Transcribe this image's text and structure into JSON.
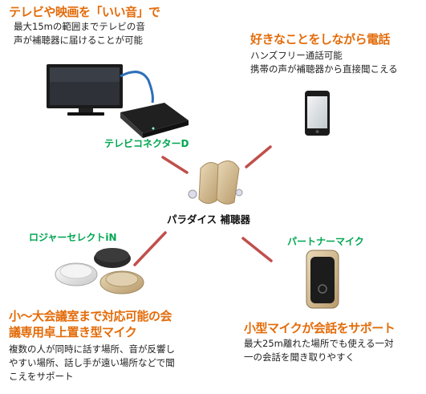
{
  "topleft": {
    "heading": "テレビや映画を「いい音」で",
    "lines": [
      "最大15mの範囲までテレビの音",
      "声が補聴器に届けることが可能"
    ]
  },
  "topright": {
    "heading": "好きなことをしながら電話",
    "lines": [
      "ハンズフリー通話可能",
      "携帯の声が補聴器から直接聞こえる"
    ]
  },
  "bottomleft": {
    "heading_lines": [
      "小～大会議室まで対応可能の会",
      "議専用卓上置き型マイク"
    ],
    "lines": [
      "複数の人が同時に話す場所、音が反響し",
      "やすい場所、話し手が遠い場所などで聞",
      "こえをサポート"
    ]
  },
  "bottomright": {
    "heading": "小型マイクが会話をサポート",
    "lines": [
      "最大25m離れた場所でも使える一対",
      "一の会話を聞き取りやすく"
    ]
  },
  "devices": {
    "tv_connector": "テレビコネクターD",
    "roger_select": "ロジャーセレクトiN",
    "partner_mic": "パートナーマイク"
  },
  "center": {
    "label": "パラダイス 補聴器"
  },
  "colors": {
    "heading": "#e36c0a",
    "device_label": "#00a651",
    "connector": "#c0504d"
  }
}
